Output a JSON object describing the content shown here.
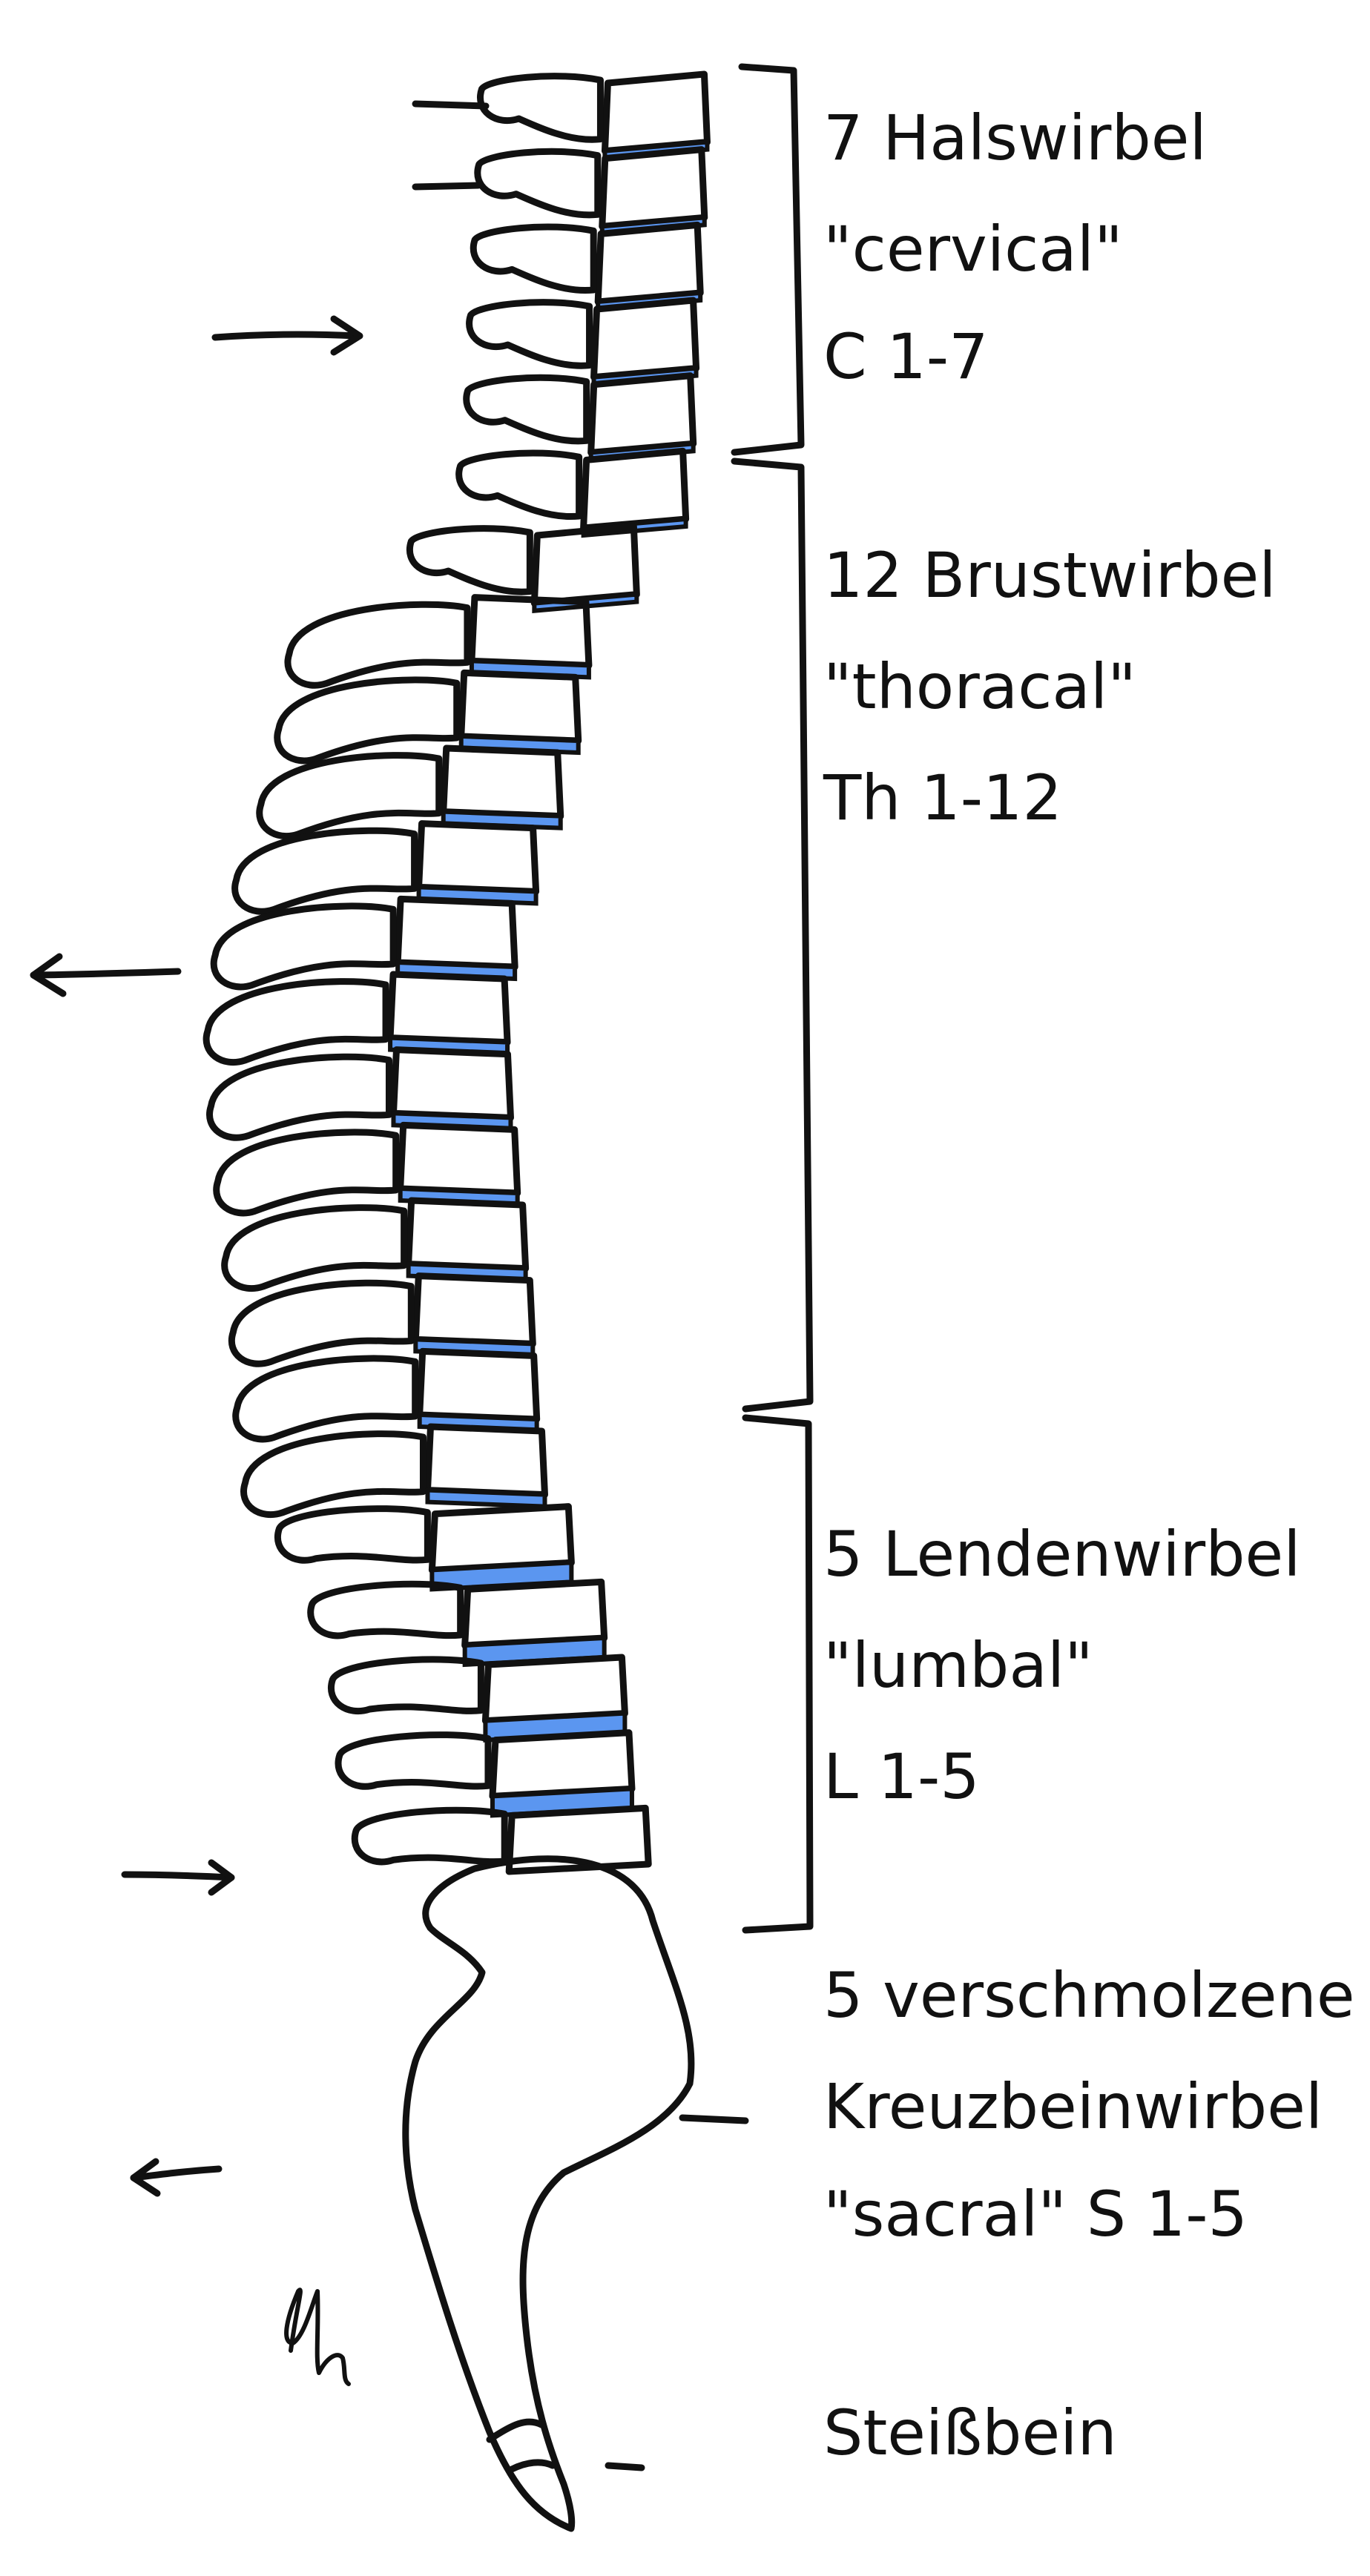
{
  "regions": [
    {
      "count_name": "7 Halswirbel",
      "latin": "\"cervical\"",
      "code": "C 1-7"
    },
    {
      "count_name": "12 Brustwirbel",
      "latin": "\"thoracal\"",
      "code": "Th 1-12"
    },
    {
      "count_name": "5 Lendenwirbel",
      "latin": "\"lumbal\"",
      "code": "L 1-5"
    },
    {
      "count_name": "5 verschmolzene",
      "latin": "Kreuzbeinwirbel",
      "code": "\"sacral\" S 1-5"
    },
    {
      "count_name": "Steißbein"
    }
  ],
  "signature": "lh",
  "colors": {
    "bone": "#fbf5c0",
    "disc": "#5b96f0",
    "ink": "#111111"
  }
}
